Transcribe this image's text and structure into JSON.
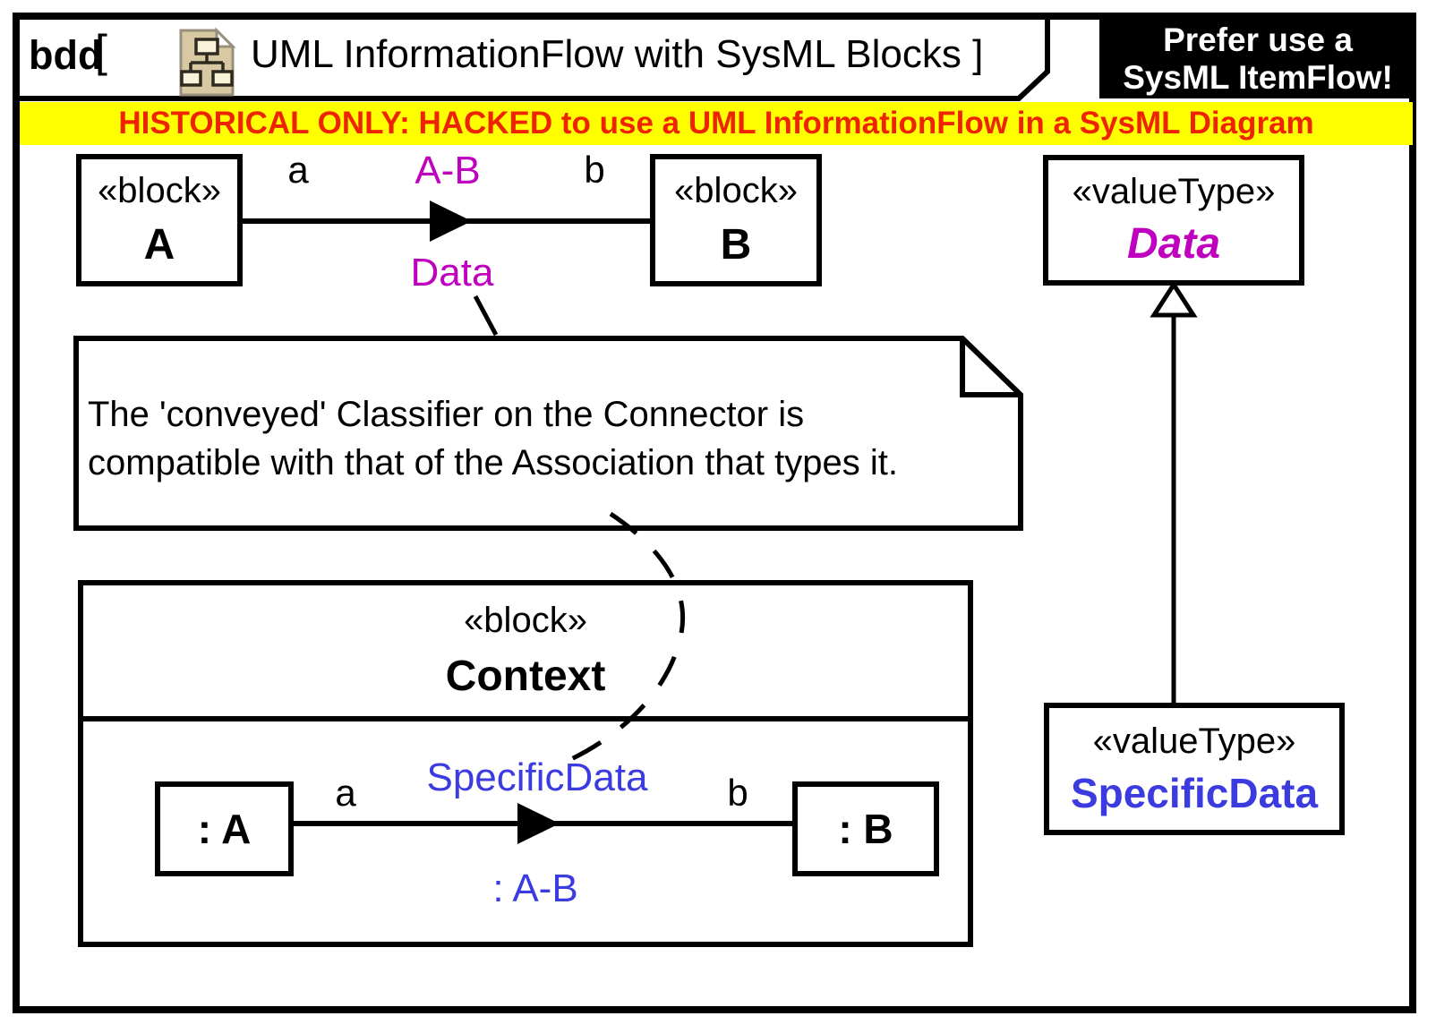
{
  "header": {
    "frame_kind": "bdd",
    "open_bracket": "[",
    "title": "UML InformationFlow with SysML Blocks ]",
    "note_box": {
      "line1": "Prefer use a",
      "line2": "SysML ItemFlow!"
    },
    "banner": "HISTORICAL ONLY: HACKED to use a UML InformationFlow in a SysML Diagram"
  },
  "blocks": {
    "block_a": {
      "stereotype": "«block»",
      "name": "A"
    },
    "block_b": {
      "stereotype": "«block»",
      "name": "B"
    },
    "value_type_data": {
      "stereotype": "«valueType»",
      "name": "Data"
    },
    "context": {
      "stereotype": "«block»",
      "name": "Context"
    },
    "part_a": {
      "name": ": A"
    },
    "part_b": {
      "name": ": B"
    },
    "value_type_specific_data": {
      "stereotype": "«valueType»",
      "name": "SpecificData"
    }
  },
  "association": {
    "role_a": "a",
    "name": "A-B",
    "role_b": "b",
    "conveyed": "Data"
  },
  "connector": {
    "role_a": "a",
    "conveyed": "SpecificData",
    "role_b": "b",
    "name": ": A-B"
  },
  "note": {
    "line1": "The 'conveyed' Classifier on the Connector is",
    "line2": "compatible with that of the Association that types it."
  },
  "colors": {
    "magenta": "#BF00BF",
    "blue": "#3B3BE0",
    "banner_text_red": "#EE2400",
    "banner_yellow": "#FFFF00",
    "icon_tan": "#D9C9A2"
  }
}
